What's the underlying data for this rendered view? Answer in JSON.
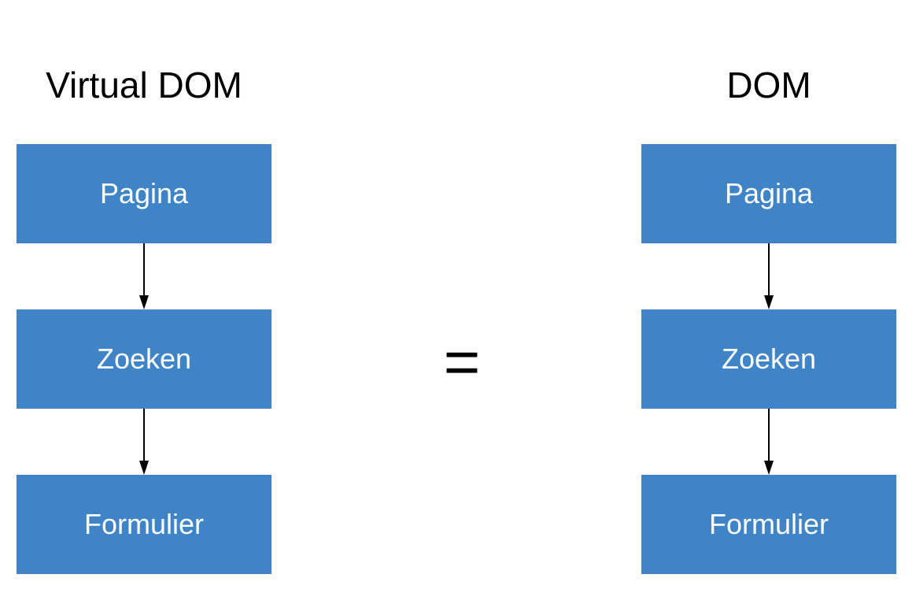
{
  "left_panel": {
    "title": "Virtual DOM",
    "nodes": [
      "Pagina",
      "Zoeken",
      "Formulier"
    ]
  },
  "right_panel": {
    "title": "DOM",
    "nodes": [
      "Pagina",
      "Zoeken",
      "Formulier"
    ]
  },
  "operator": "=",
  "colors": {
    "node_fill": "#3e84c6",
    "node_text": "#ffffff",
    "arrow": "#000000",
    "background": "#ffffff"
  }
}
